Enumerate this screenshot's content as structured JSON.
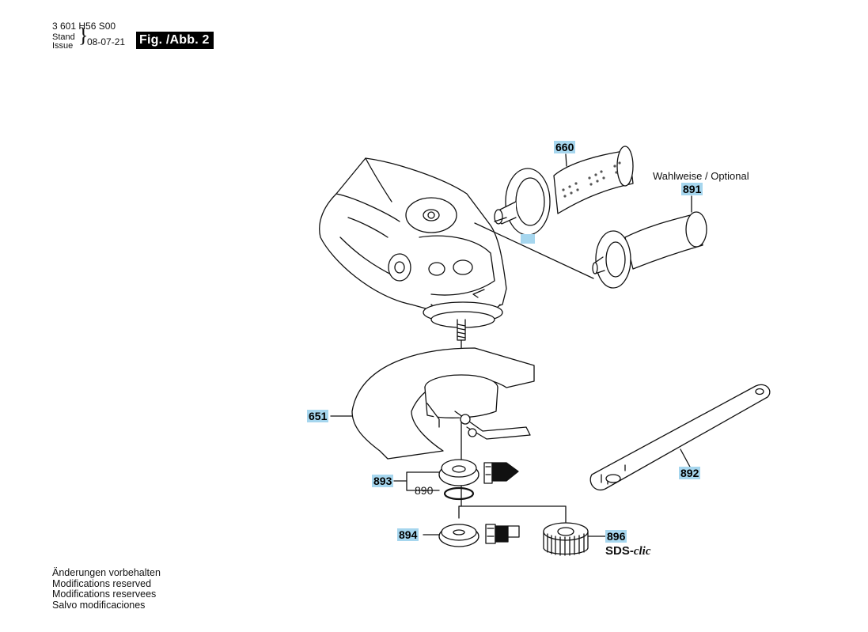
{
  "header": {
    "part_number": "3 601 H56 S00",
    "stand_label": "Stand",
    "issue_label": "Issue",
    "date": "08-07-21",
    "figure_label": "Fig. /Abb. 2"
  },
  "notes": [
    "Änderungen vorbehalten",
    "Modifications reserved",
    "Modifications reservees",
    "Salvo modificaciones"
  ],
  "optional_label": "Wahlweise / Optional",
  "sds_label": "SDS-",
  "sds_suffix": "clic",
  "parts": {
    "p660": "660",
    "p891": "891",
    "p651": "651",
    "p893": "893",
    "p890": "890",
    "p894": "894",
    "p896": "896",
    "p892": "892"
  },
  "colors": {
    "label_highlight": "#a6d6ee",
    "line": "#111111"
  }
}
